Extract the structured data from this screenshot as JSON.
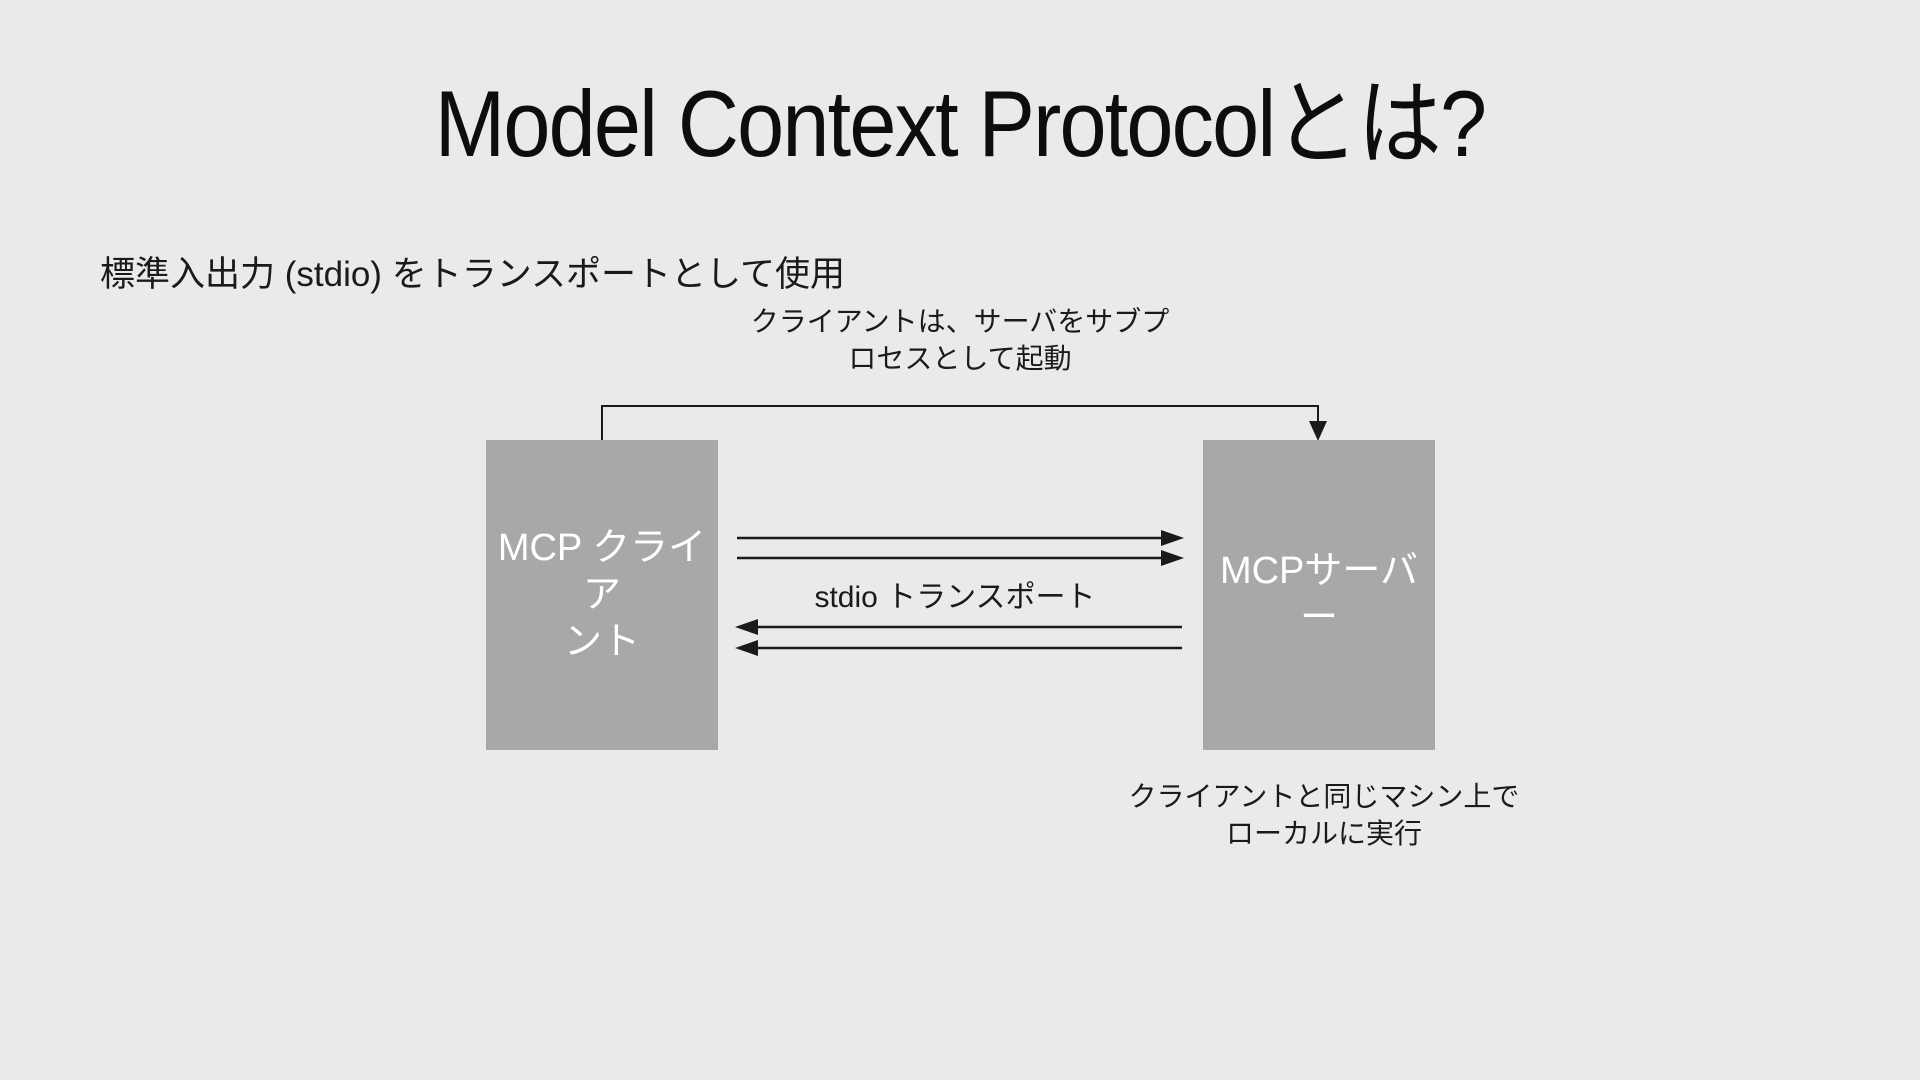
{
  "slide": {
    "title": "Model Context Protocolとは?",
    "subtitle": "標準入出力 (stdio) をトランスポートとして使用",
    "diagram": {
      "client_box": {
        "text": "MCP クライアント",
        "lines": [
          "MCP クライア",
          "ント"
        ]
      },
      "server_box": {
        "text": "MCPサーバー",
        "lines": [
          "MCPサーバー"
        ]
      },
      "top_annotation": {
        "text": "クライアントは、サーバをサブプロセスとして起動",
        "lines": [
          "クライアントは、サーバをサブプ",
          "ロセスとして起動"
        ]
      },
      "transport_label": "stdio トランスポート",
      "bottom_annotation": {
        "text": "クライアントと同じマシン上でローカルに実行",
        "lines": [
          "クライアントと同じマシン上で",
          "ローカルに実行"
        ]
      }
    },
    "colors": {
      "background": "#e9ebeb",
      "box_fill": "#a8a8a8",
      "box_text": "#ffffff",
      "line": "#1a1a1a",
      "text": "#111111"
    }
  }
}
